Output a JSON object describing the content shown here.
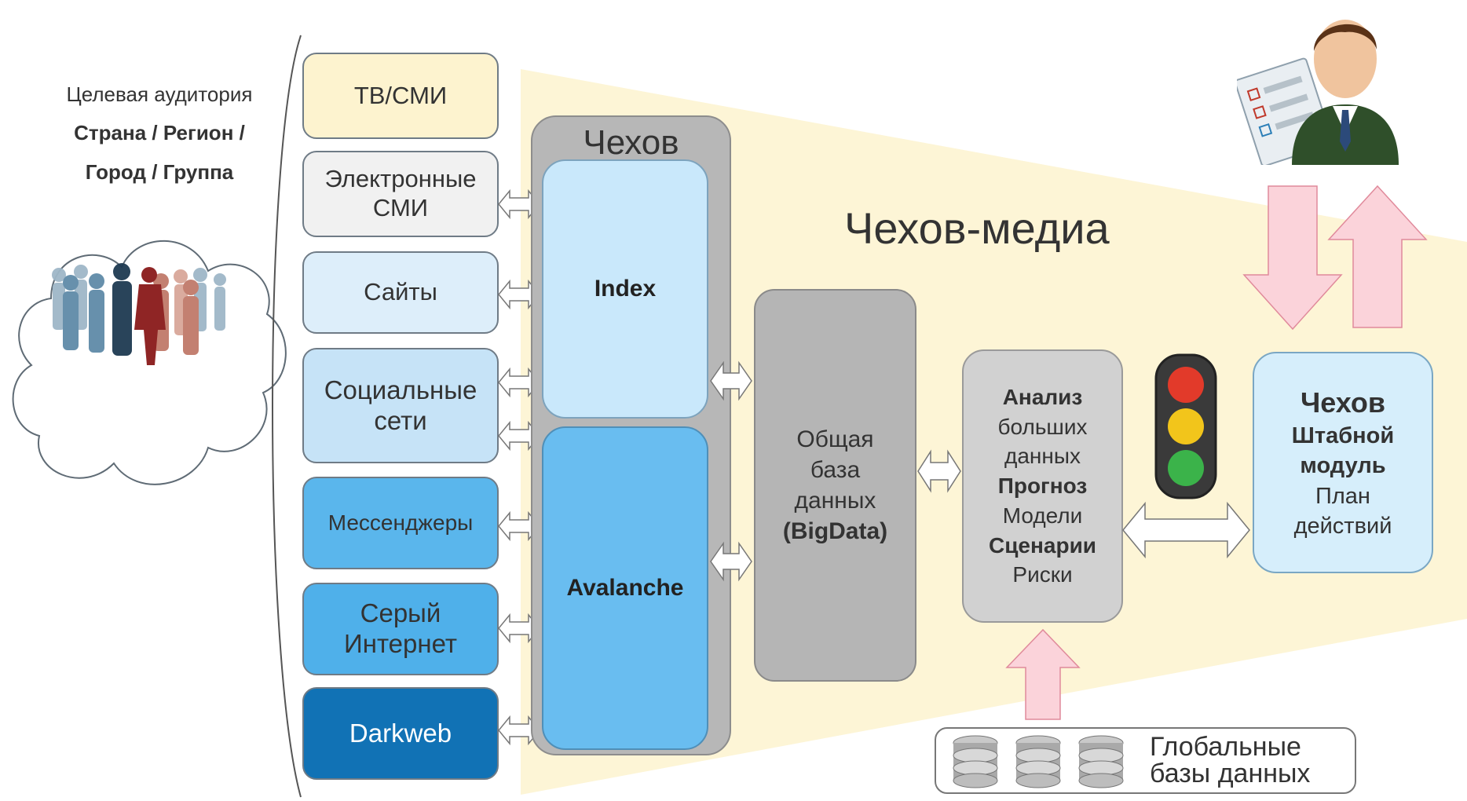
{
  "audience": {
    "line1": "Целевая аудитория",
    "line2": "Страна / Регион /",
    "line3": "Город / Группа"
  },
  "sources": [
    {
      "label": "ТВ/СМИ",
      "color": "#fdf3cf"
    },
    {
      "label": "Электронные СМИ",
      "color": "#f1f1f1"
    },
    {
      "label": "Сайты",
      "color": "#ddeefa"
    },
    {
      "label": "Социальные сети",
      "color": "#c6e3f7"
    },
    {
      "label": "Мессенджеры",
      "color": "#5ab6ec"
    },
    {
      "label": "Серый Интернет",
      "color": "#4fb0ea"
    },
    {
      "label": "Darkweb",
      "color": "#1172b5"
    }
  ],
  "chekhov_container": {
    "title": "Чехов",
    "index_label": "Index",
    "avalanche_label": "Avalanche"
  },
  "funnel_title": "Чехов-медиа",
  "bigdata": {
    "line1": "Общая",
    "line2": "база",
    "line3": "данных",
    "line4": "(BigData)"
  },
  "analysis": {
    "l1": "Анализ",
    "l2": "больших",
    "l3": "данных",
    "l4": "Прогноз",
    "l5": "Модели",
    "l6": "Сценарии",
    "l7": "Риски"
  },
  "hq": {
    "l1": "Чехов",
    "l2": "Штабной",
    "l3": "модуль",
    "l4": "План",
    "l5": "действий"
  },
  "global_db": {
    "line1": "Глобальные",
    "line2": "базы данных"
  },
  "colors": {
    "funnel": "#fdf5d6",
    "container_gray": "#b7b7b7",
    "index_fill": "#c9e8fb",
    "avalanche_fill": "#69bdf0",
    "pink_arrow": "#fbd3da",
    "hq_fill": "#d6eefb"
  }
}
